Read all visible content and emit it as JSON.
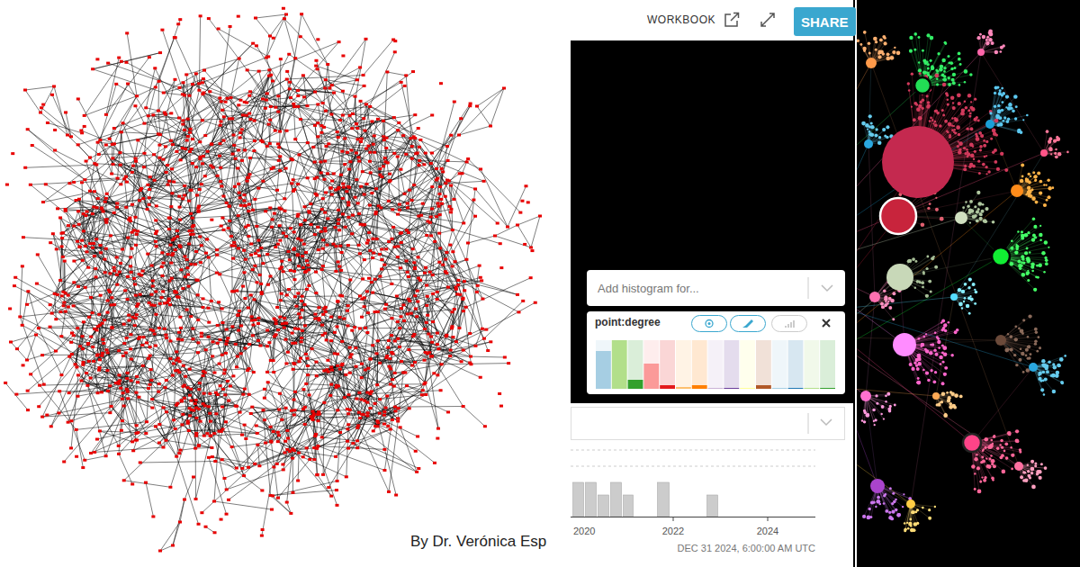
{
  "diagram": {
    "nodes": [
      {
        "text": [
          "SHARE"
        ]
      },
      {
        "text": [
          "Add histogram for..."
        ]
      },
      {
        "text": [
          "point:degree"
        ]
      }
    ],
    "labels": [
      "WORKBOOK",
      "2020",
      "2022",
      "2024",
      "DEC 31 2024, 6:00:00 AM UTC",
      "By Dr. Verónica Esp"
    ]
  }
}
